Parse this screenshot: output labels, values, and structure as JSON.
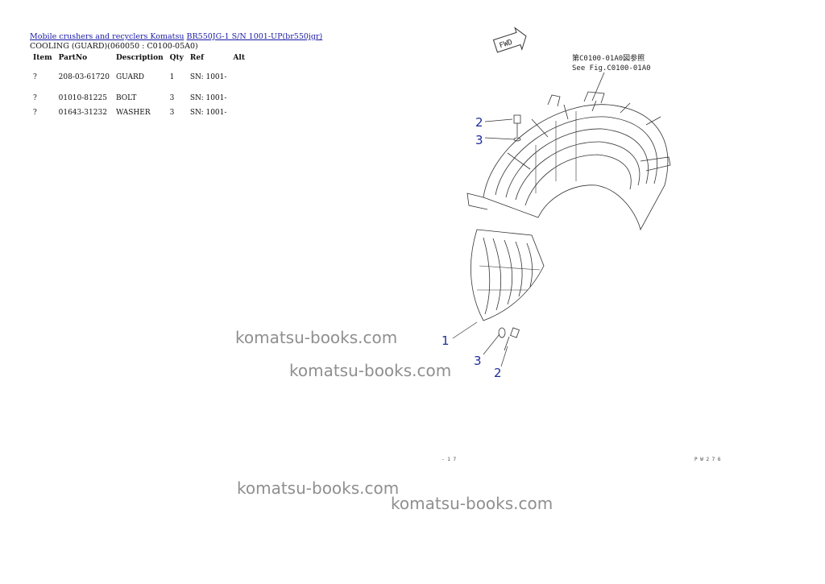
{
  "breadcrumb": {
    "link1": "Mobile crushers and recyclers Komatsu",
    "link2": "BR550JG-1 S/N 1001-UP(br550jgr)"
  },
  "subtitle": "COOLING (GUARD)(060050 : C0100-05A0)",
  "table": {
    "headers": [
      "Item",
      "PartNo",
      "Description",
      "Qty",
      "Ref",
      "Alt"
    ],
    "rows": [
      {
        "item": "?",
        "part_no": "208-03-61720",
        "description": "GUARD",
        "qty": "1",
        "ref": "SN: 1001-",
        "alt": ""
      },
      {
        "item": "?",
        "part_no": "01010-81225",
        "description": "BOLT",
        "qty": "3",
        "ref": "SN: 1001-",
        "alt": ""
      },
      {
        "item": "?",
        "part_no": "01643-31232",
        "description": "WASHER",
        "qty": "3",
        "ref": "SN: 1001-",
        "alt": ""
      }
    ]
  },
  "watermarks": [
    "komatsu-books.com",
    "komatsu-books.com",
    "komatsu-books.com",
    "komatsu-books.com"
  ],
  "diagram": {
    "fwd_label": "FWD",
    "ref_jp": "第C0100-01A0図参照",
    "ref_en": "See Fig.C0100-01A0",
    "callouts": [
      "2",
      "3",
      "1",
      "3",
      "2"
    ],
    "page_mark_left": "- 1 7",
    "page_mark_right": "P W 2 7 6",
    "callout_color": "#1e2c9a"
  }
}
